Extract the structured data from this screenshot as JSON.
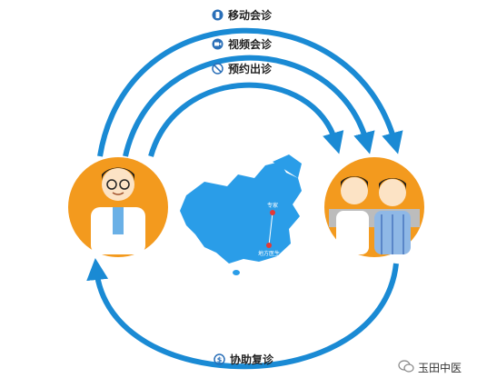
{
  "labels": {
    "mobile_consult": "移动会诊",
    "video_consult": "视频会诊",
    "appointment": "预约出诊",
    "followup": "协助复诊"
  },
  "map": {
    "expert_label": "专家",
    "grassroots_label": "地方医生"
  },
  "watermark": "玉田中医",
  "icons": [
    "phone-icon",
    "video-icon",
    "no-entry-icon",
    "dollar-icon",
    "wechat-icon"
  ],
  "colors": {
    "arrow": "#1a8ad4",
    "circle": "#f39a1e",
    "map": "#2a9de8"
  }
}
